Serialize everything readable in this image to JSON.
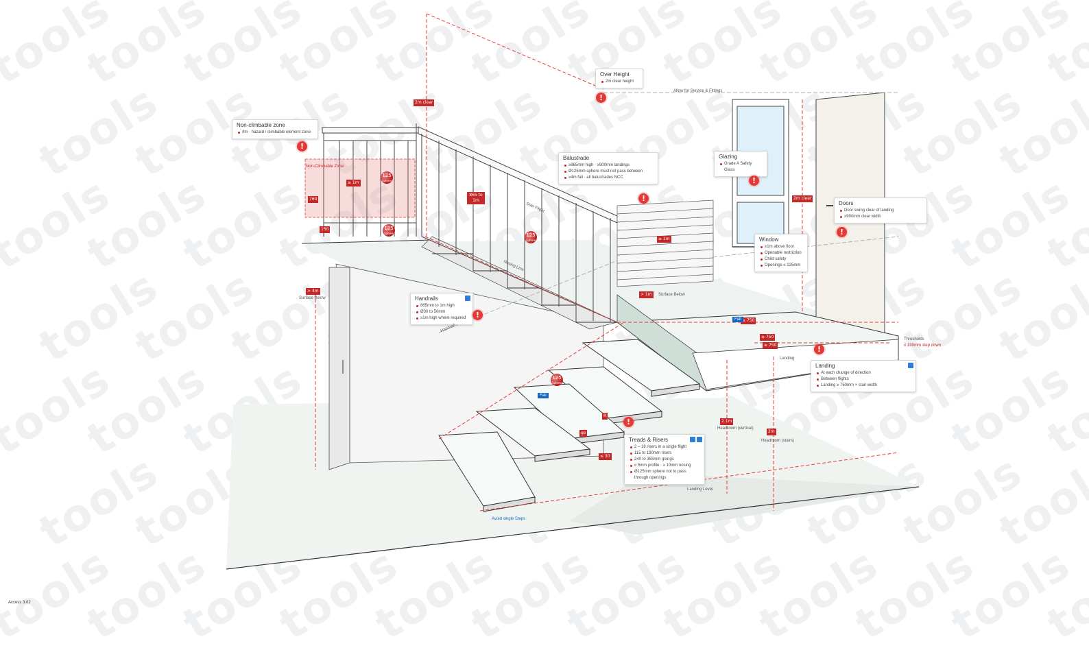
{
  "watermark": "tools",
  "footer": "Access 3.02",
  "callouts": {
    "non_climbable": {
      "title": "Non-climbable zone",
      "items": [
        "4m · hazard / climbable element zone"
      ]
    },
    "overhead": {
      "title": "Over Height",
      "items": [
        "2m clear height"
      ]
    },
    "balustrade": {
      "title": "Balustrade",
      "items": [
        "≥865mm high · ≥900mm landings",
        "Ø125mm sphere must not pass between",
        "≥4m fall · all balustrades NCC"
      ]
    },
    "glazing": {
      "title": "Glazing",
      "items": [
        "Grade A Safety Glass"
      ]
    },
    "doors": {
      "title": "Doors",
      "items": [
        "Door swing clear of landing",
        "≥900mm clear width"
      ]
    },
    "window": {
      "title": "Window",
      "items": [
        "≥1m above floor",
        "Openable restriction",
        "Child safety",
        "Openings ≤ 125mm"
      ]
    },
    "handrails": {
      "title": "Handrails",
      "items": [
        "865mm to 1m high",
        "Ø30 to 50mm",
        "≥1m high where required"
      ]
    },
    "landing": {
      "title": "Landing",
      "items": [
        "At each change of direction",
        "Between flights",
        "Landing ≥ 750mm × stair width"
      ]
    },
    "treads": {
      "title": "Treads & Risers",
      "items": [
        "2 – 18 risers in a single flight",
        "115 to 190mm risers",
        "240 to 355mm goings",
        "≤ 5mm profile · ≥ 10mm nosing",
        "Ø125mm sphere not to pass through openings"
      ]
    },
    "thresholds": {
      "title": "Thresholds",
      "items": [
        "≤ 190mm step down"
      ]
    }
  },
  "dims": {
    "d_2m_clear": "2m clear",
    "d_1m_a": "≥ 1m",
    "d_760": "760",
    "d_150": "150",
    "d_865": "865 to 1m",
    "d_1m_bal": "≥ 1m",
    "d_4m": "> 4m",
    "d_1m_landing": "> 1m",
    "d_2m_door": "2m clear",
    "d_750_a": "≥ 750",
    "d_750_b": "≥ 750",
    "d_750_c": "≥ 750",
    "d_2m_stair": "2.1m",
    "d_2m_stair2": "2m",
    "d_go": "go",
    "d_r": "R",
    "d_nosing": "≤ 30"
  },
  "labels": {
    "allow_services": "Allow for Service & Fittings",
    "surface_below": "Surface Below",
    "landing_level": "Landing Level",
    "stairs_flight": "Stair Flight",
    "threshold_landing": "Landing",
    "height_headroom": "Headroom (vertical)",
    "headroom_stairs": "Headroom (stairs)",
    "fall_direction": "Fall",
    "fall_stair": "Fall",
    "non_climbable_zone": "Non-Climbable Zone",
    "avoid_single": "Avoid single Steps",
    "nosing_line": "Nosing Line",
    "handrail_label": "Handrail",
    "surface_ref": "Surface Below"
  },
  "spheres": {
    "label": "125",
    "sub": "Sphere"
  },
  "alert_symbol": "!",
  "colors": {
    "accent": "#c62828",
    "alert": "#e53935",
    "blue": "#1565c0",
    "line": "#333333",
    "glass": "#dff0fb"
  }
}
